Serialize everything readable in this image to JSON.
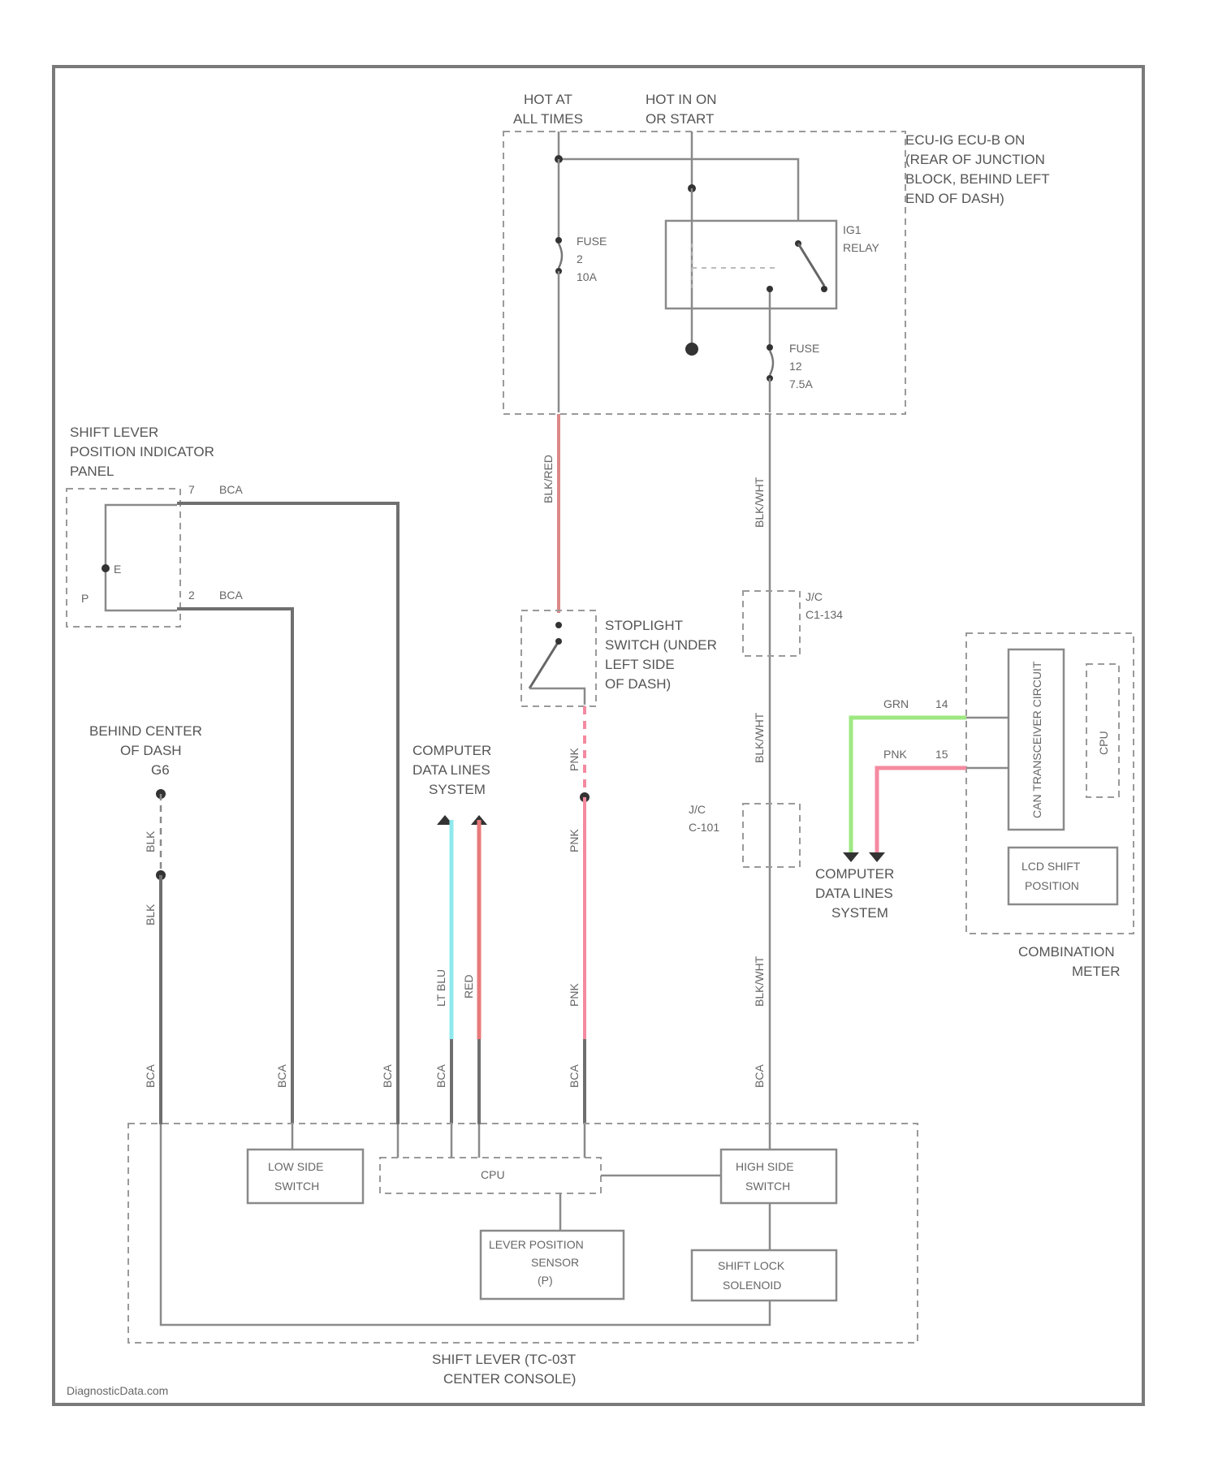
{
  "power": {
    "hot_at_all_times": [
      "HOT AT",
      "ALL TIMES"
    ],
    "hot_in_on": [
      "HOT IN ON",
      "OR START"
    ]
  },
  "junction_block": {
    "location": [
      "ECU-IG ECU-B ON",
      "(REAR OF JUNCTION",
      "BLOCK, BEHIND LEFT",
      "END OF DASH)"
    ],
    "relay_label": [
      "IG1",
      "RELAY"
    ],
    "fuse_a": [
      "FUSE",
      "2",
      "10A"
    ],
    "fuse_b": [
      "FUSE",
      "12",
      "7.5A"
    ]
  },
  "indicator_panel": {
    "title": [
      "SHIFT LEVER",
      "POSITION INDICATOR",
      "PANEL"
    ],
    "pin_top": "7",
    "pin_top_color": "BCA",
    "pin_mid": "2",
    "pin_mid_color": "BCA",
    "pin_left": "P",
    "inner_pin": "E"
  },
  "ground": {
    "title": [
      "BEHIND CENTER",
      "OF DASH"
    ],
    "id": "G6",
    "wire_colors": [
      "BLK",
      "BLK"
    ]
  },
  "computer_data_left": [
    "COMPUTER",
    "DATA LINES",
    "SYSTEM"
  ],
  "computer_data_right": [
    "COMPUTER",
    "DATA LINES",
    "SYSTEM"
  ],
  "stoplight_switch": [
    "STOPLIGHT",
    "SWITCH (UNDER",
    "LEFT SIDE",
    "OF DASH)"
  ],
  "connectors": {
    "jc_upper": [
      "J/C",
      "C1-134"
    ],
    "jc_lower": [
      "J/C",
      "C-101"
    ]
  },
  "wire_labels": {
    "left_vertical": "BLK/RED",
    "right_vertical": "BLK/WHT",
    "right_vertical_mid": "BLK/WHT",
    "right_vertical_low": "BLK/WHT",
    "pink_upper": "PNK",
    "pink_mid": "PNK",
    "pink_low": "PNK",
    "lt_blu": "LT BLU",
    "red": "RED",
    "grn": "GRN",
    "pnk_meter": "PNK",
    "pin_grn": "14",
    "pin_pnk": "15",
    "bca": "BCA"
  },
  "combination_meter": {
    "title": [
      "COMBINATION",
      "METER"
    ],
    "can_circuit": "CAN TRANSCEIVER CIRCUIT",
    "cpu": "CPU",
    "lcd": [
      "LCD SHIFT",
      "POSITION"
    ]
  },
  "shift_lever_assy": {
    "low_side_switch": [
      "LOW SIDE",
      "SWITCH"
    ],
    "cpu": "CPU",
    "high_side_switch": [
      "HIGH SIDE",
      "SWITCH"
    ],
    "lever_position_sensor": [
      "LEVER POSITION",
      "SENSOR",
      "(P)"
    ],
    "shift_lock_solenoid": [
      "SHIFT LOCK",
      "SOLENOID"
    ],
    "title": [
      "SHIFT LEVER (TC-03T",
      "CENTER CONSOLE)"
    ]
  },
  "watermark": "DiagnosticData.com",
  "colors": {
    "lt_blu": "#8fe8ee",
    "red": "#e87a7a",
    "pink": "#f48aa0",
    "green": "#9ee882",
    "wire": "#6f6f6f"
  }
}
